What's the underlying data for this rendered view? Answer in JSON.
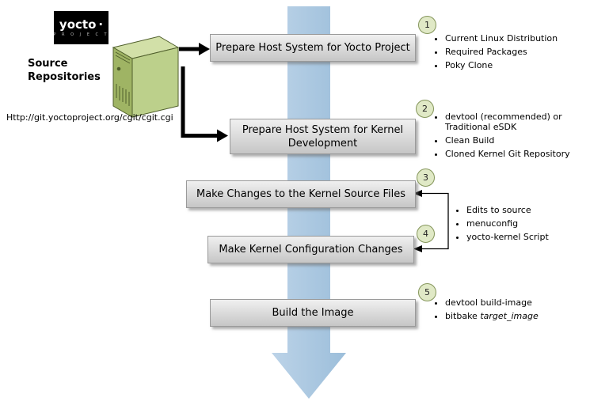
{
  "logo": {
    "brand": "yocto",
    "dot": "·",
    "subtitle": "P R O J E C T"
  },
  "source": {
    "label": "Source Repositories",
    "url": "Http://git.yoctoproject.org/cgit/cgit.cgi"
  },
  "steps": [
    {
      "num": "1",
      "label": "Prepare Host System for Yocto Project",
      "bullets": [
        "Current Linux Distribution",
        "Required Packages",
        "Poky Clone"
      ]
    },
    {
      "num": "2",
      "label": "Prepare Host System for Kernel Development",
      "bullets": [
        {
          "line1": "devtool (recommended) or",
          "line2": "Traditional eSDK"
        },
        "Clean Build",
        "Cloned Kernel Git Repository"
      ]
    },
    {
      "num": "3",
      "label": "Make Changes to the Kernel Source Files"
    },
    {
      "num": "4",
      "label": "Make Kernel Configuration Changes"
    },
    {
      "num": "5",
      "label": "Build the Image",
      "bullets": [
        "devtool build-image",
        "bitbake "
      ],
      "bitbake_italic": "target_image"
    }
  ],
  "shared_bullets_steps_3_4": [
    "Edits to source",
    "menuconfig",
    "yocto-kernel Script"
  ],
  "colors": {
    "flow_arrow_blue": "#a9c6e1",
    "box_gradient_top": "#f0f0f0",
    "box_gradient_bottom": "#c6c6c6",
    "circle_fill": "#e0e9c6",
    "circle_border": "#84955a",
    "server_green_front": "#9fb464",
    "server_green_side": "#bcd08b",
    "server_green_top": "#d2e0a8",
    "connector_black": "#000000"
  }
}
